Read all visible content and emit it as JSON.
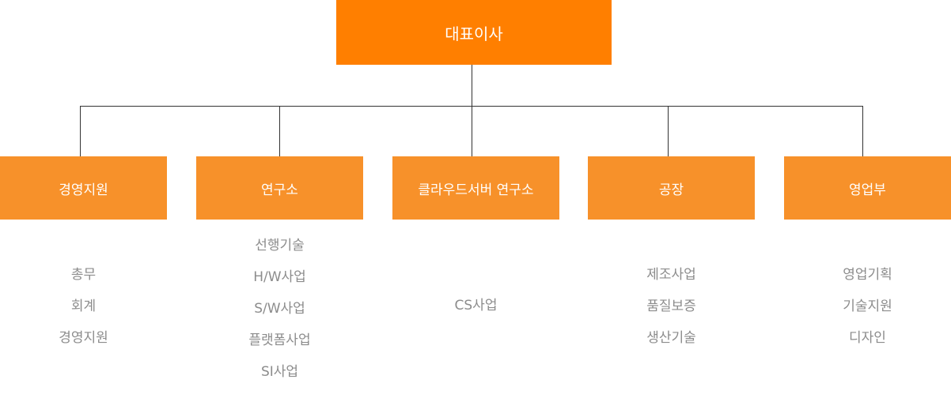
{
  "colors": {
    "ceo_fill": "#ff7f00",
    "dept_fill": "#f7912a",
    "box_text": "#ffffff",
    "sub_text": "#8c8c8c",
    "line": "#333333"
  },
  "ceo": {
    "label": "대표이사"
  },
  "departments": [
    {
      "label": "경영지원",
      "items": [
        "총무",
        "회계",
        "경영지원"
      ]
    },
    {
      "label": "연구소",
      "items": [
        "선행기술",
        "H/W사업",
        "S/W사업",
        "플랫폼사업",
        "SI사업"
      ]
    },
    {
      "label": "클라우드서버 연구소",
      "items": [
        "CS사업"
      ]
    },
    {
      "label": "공장",
      "items": [
        "제조사업",
        "품질보증",
        "생산기술"
      ]
    },
    {
      "label": "영업부",
      "items": [
        "영업기획",
        "기술지원",
        "디자인"
      ]
    }
  ]
}
